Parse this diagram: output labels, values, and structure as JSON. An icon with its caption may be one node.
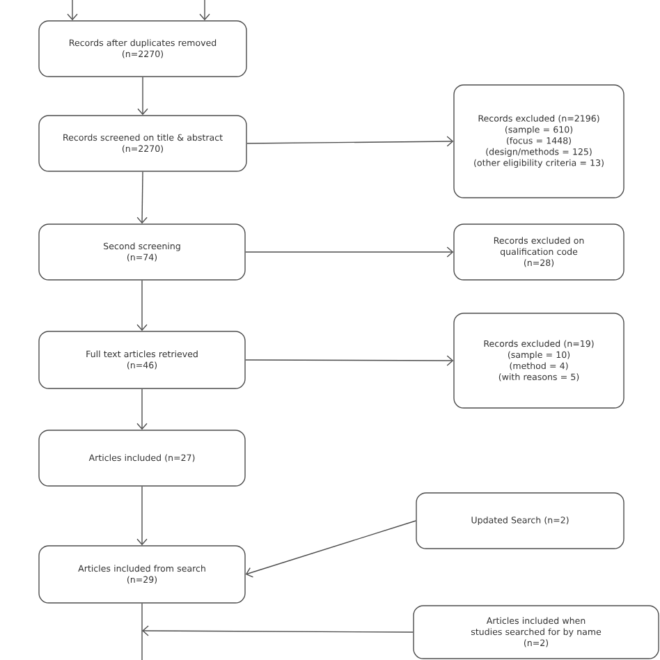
{
  "diagram": {
    "nodes": [
      {
        "text": [
          "Records after duplicates removed",
          "(n=2270)"
        ]
      },
      {
        "text": [
          "Records screened on title & abstract",
          "(n=2270)"
        ]
      },
      {
        "text": [
          "Records excluded (n=2196)",
          "(sample = 610)",
          "(focus = 1448)",
          "(design/methods = 125)",
          "(other eligibility criteria = 13)"
        ]
      },
      {
        "text": [
          "Second screening",
          "(n=74)"
        ]
      },
      {
        "text": [
          "Records excluded on qualification code",
          "(n=28)"
        ]
      },
      {
        "text": [
          "Full text articles retrieved",
          "(n=46)"
        ]
      },
      {
        "text": [
          "Records excluded (n=19)",
          "(sample = 10)",
          "(method = 4)",
          "(with reasons = 5)"
        ]
      },
      {
        "text": [
          "Articles included (n=27)"
        ]
      },
      {
        "text": [
          "Updated Search (n=2)"
        ]
      },
      {
        "text": [
          "Articles included from search",
          "(n=29)"
        ]
      },
      {
        "text": [
          "Articles included when studies searched for by name",
          "(n=2)"
        ]
      }
    ],
    "edges": [
      {
        "from": null,
        "to": 0,
        "arrow": "to"
      },
      {
        "from": null,
        "to": 0,
        "arrow": "to"
      },
      {
        "from": 0,
        "to": 1,
        "arrow": "to"
      },
      {
        "from": 1,
        "to": 2,
        "arrow": "to"
      },
      {
        "from": 1,
        "to": 3,
        "arrow": "to"
      },
      {
        "from": 3,
        "to": 4,
        "arrow": "to"
      },
      {
        "from": 3,
        "to": 5,
        "arrow": "to"
      },
      {
        "from": 5,
        "to": 6,
        "arrow": "to"
      },
      {
        "from": 5,
        "to": 7,
        "arrow": "to"
      },
      {
        "from": 7,
        "to": 9,
        "arrow": "to"
      },
      {
        "from": 8,
        "to": 9,
        "arrow": "to"
      },
      {
        "from": 9,
        "to": null,
        "arrow": "none"
      },
      {
        "from": 10,
        "to": null,
        "arrow": "to"
      }
    ]
  }
}
